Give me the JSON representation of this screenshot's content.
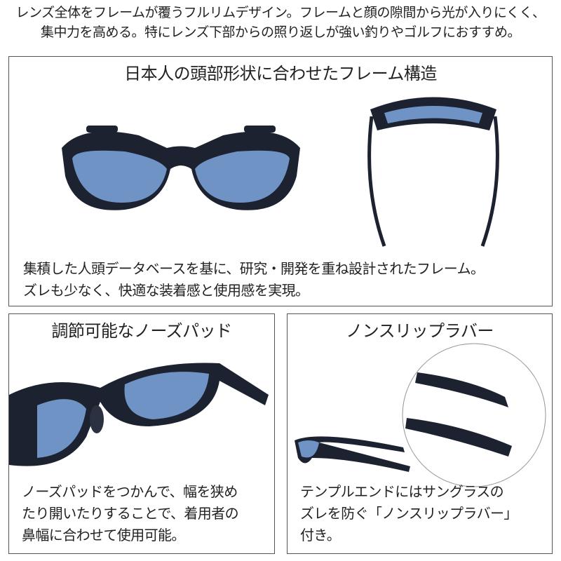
{
  "intro": {
    "line1": "レンズ全体をフレームが覆うフルリムデザイン。フレームと顔の隙間から光が入りにくく、",
    "line2": "集中力を高める。特にレンズ下部からの照り返しが強い釣りやゴルフにおすすめ。"
  },
  "panels": [
    {
      "title": "日本人の頭部形状に合わせたフレーム構造",
      "desc": [
        "集積した人頭データベースを基に、研究・開発を重ね設計されたフレーム。",
        "ズレも少なく、快適な装着感と使用感を実現。"
      ]
    },
    {
      "title": "調節可能なノーズパッド",
      "desc": [
        "ノーズパッドをつかんで、幅を狭め",
        "たり開いたりすることで、着用者の",
        "鼻幅に合わせて使用可能。"
      ]
    },
    {
      "title": "ノンスリップラバー",
      "desc": [
        "テンプルエンドにはサングラスの",
        "ズレを防ぐ「ノンスリップラバー」",
        "付き。"
      ]
    }
  ],
  "colors": {
    "frame": "#1c2230",
    "lens": "#6f93c4",
    "border": "#555555"
  }
}
